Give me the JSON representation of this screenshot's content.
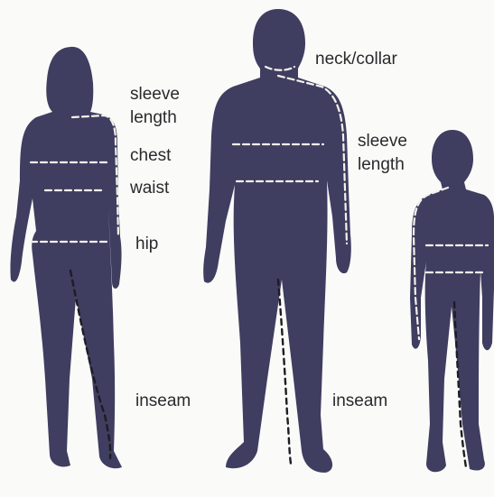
{
  "figures": {
    "woman": {
      "labels": {
        "sleeve_line1": "sleeve",
        "sleeve_line2": "length",
        "chest": "chest",
        "waist": "waist",
        "hip": "hip",
        "inseam": "inseam"
      }
    },
    "man": {
      "labels": {
        "neck": "neck/collar",
        "sleeve_line1": "sleeve",
        "sleeve_line2": "length",
        "inseam": "inseam"
      }
    },
    "child": {
      "labels": {}
    }
  },
  "colors": {
    "silhouette": "#3f3d60",
    "measurement_line": "#f4f2ea",
    "inseam_line": "#1d1d22",
    "label_text": "#2a2a2e"
  }
}
